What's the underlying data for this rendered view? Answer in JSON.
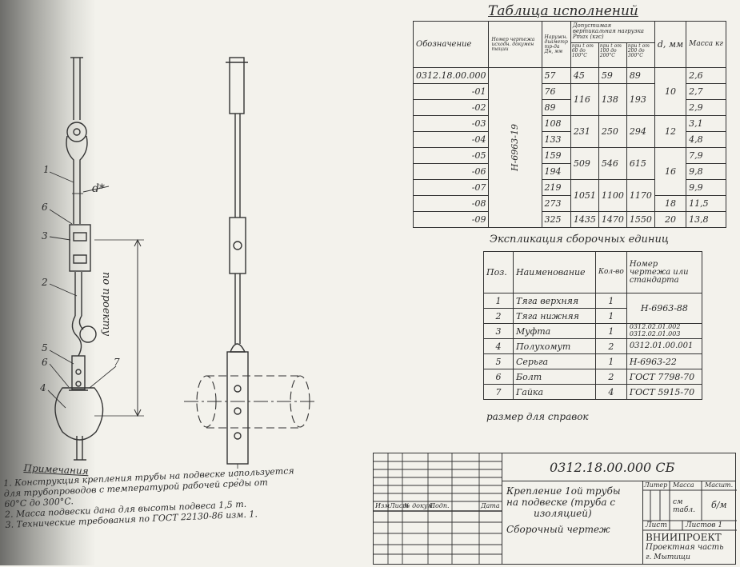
{
  "exec_table": {
    "title": "Таблица исполнений",
    "headers": {
      "designation": "Обозначение",
      "drawing_no": "Номер чертежа исходн. докумен тации",
      "outer_dia": "Наружн. диаметр тр-да Дн, мм",
      "load": "Допустимая вертикальная нагрузка Pmax (кгс)",
      "t1": "при t от 60 до 100°C",
      "t2": "при t от 100 до 200°C",
      "t3": "при t от 200 до 300°C",
      "d": "d, мм",
      "mass": "Масса кг"
    },
    "drawing_ref": "Н-6963-19",
    "rows": [
      {
        "des": "0312.18.00.000",
        "dn": "57",
        "mass": "2,6"
      },
      {
        "des": "-01",
        "dn": "76",
        "mass": "2,7"
      },
      {
        "des": "-02",
        "dn": "89",
        "mass": "2,9"
      },
      {
        "des": "-03",
        "dn": "108",
        "mass": "3,1"
      },
      {
        "des": "-04",
        "dn": "133",
        "mass": "4,8"
      },
      {
        "des": "-05",
        "dn": "159",
        "mass": "7,9"
      },
      {
        "des": "-06",
        "dn": "194",
        "mass": "9,8"
      },
      {
        "des": "-07",
        "dn": "219",
        "mass": "9,9"
      },
      {
        "des": "-08",
        "dn": "273",
        "mass": "11,5"
      },
      {
        "des": "-09",
        "dn": "325",
        "mass": "13,8"
      }
    ],
    "load_groups": [
      {
        "v": [
          "45",
          "59",
          "89"
        ]
      },
      {
        "v": [
          "116",
          "138",
          "193"
        ]
      },
      {
        "v": [
          "231",
          "250",
          "294"
        ]
      },
      {
        "v": [
          "509",
          "546",
          "615"
        ]
      },
      {
        "v": [
          "1051",
          "1100",
          "1170"
        ]
      },
      {
        "v": [
          "1435",
          "1470",
          "1550"
        ]
      }
    ],
    "d_values": [
      "10",
      "12",
      "16",
      "18",
      "20"
    ]
  },
  "spec_table": {
    "title": "Экспликация сборочных единиц",
    "headers": {
      "pos": "Поз.",
      "name": "Наименование",
      "qty": "Кол-во",
      "ref": "Номер чертежа или стандарта"
    },
    "rows": [
      {
        "pos": "1",
        "name": "Тяга верхняя",
        "qty": "1",
        "ref": ""
      },
      {
        "pos": "2",
        "name": "Тяга нижняя",
        "qty": "1",
        "ref": ""
      },
      {
        "pos": "3",
        "name": "Муфта",
        "qty": "1",
        "ref": "0312.02.01.002 0312.02.01.003"
      },
      {
        "pos": "4",
        "name": "Полухомут",
        "qty": "2",
        "ref": "0312.01.00.001"
      },
      {
        "pos": "5",
        "name": "Серьга",
        "qty": "1",
        "ref": "Н-6963-22"
      },
      {
        "pos": "6",
        "name": "Болт",
        "qty": "2",
        "ref": "ГОСТ 7798-70"
      },
      {
        "pos": "7",
        "name": "Гайка",
        "qty": "4",
        "ref": "ГОСТ 5915-70"
      }
    ],
    "merged_ref_1_2": "Н-6963-88"
  },
  "reference_note": "размер для справок",
  "drawing_labels": {
    "d_mark": "d*",
    "dim_text": "по проекту",
    "positions": [
      "1",
      "6",
      "3",
      "2",
      "5",
      "6",
      "7",
      "4"
    ]
  },
  "notes": {
    "title": "Примечания",
    "lines": [
      "1. Конструкция крепления трубы на подвеске используется",
      "для трубопроводов с температурой рабочей среды от",
      "60°C до 300°C.",
      "2. Масса подвески дана для высоты подвеса 1,5 т.",
      "3. Технические требования по ГОСТ 22130-86 изм. 1."
    ]
  },
  "title_block": {
    "code": "0312.18.00.000 СБ",
    "name_lines": [
      "Крепление 1ой трубы",
      "на подвеске (труба с",
      "изоляцией)"
    ],
    "doc_type": "Сборочный чертеж",
    "col_headers": [
      "Изм",
      "Лист",
      "№ докум.",
      "Подп.",
      "Дата"
    ],
    "litera_h": "Литер",
    "mass_h": "Масса",
    "scale_h": "Масшт.",
    "mass_val": "см табл.",
    "scale_val": "б/м",
    "sheet": "Лист",
    "sheets": "Листов 1",
    "org": "ВНИИПРОЕКТ",
    "org2": "Проектная часть",
    "city": "г. Мытищи"
  }
}
